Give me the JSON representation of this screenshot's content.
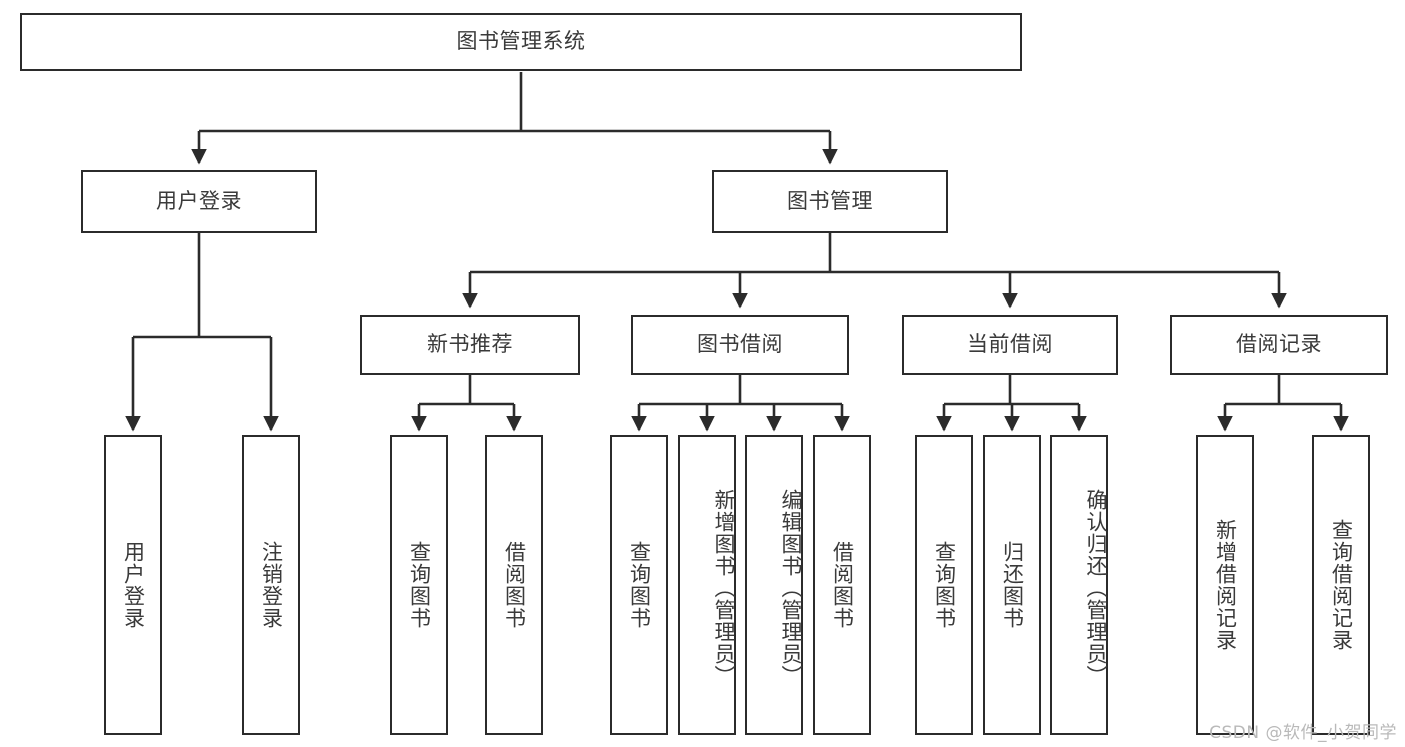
{
  "diagram": {
    "type": "tree-hierarchy-chart",
    "title": "图书管理系统",
    "root": {
      "label": "图书管理系统"
    },
    "level2": [
      {
        "label": "用户登录"
      },
      {
        "label": "图书管理"
      }
    ],
    "level3": [
      {
        "label": "新书推荐"
      },
      {
        "label": "图书借阅"
      },
      {
        "label": "当前借阅"
      },
      {
        "label": "借阅记录"
      }
    ],
    "leaves": {
      "user_login": [
        {
          "label": "用户登录"
        },
        {
          "label": "注销登录"
        }
      ],
      "new_book_recommend": [
        {
          "label": "查询图书"
        },
        {
          "label": "借阅图书"
        }
      ],
      "book_borrow": [
        {
          "label": "查询图书"
        },
        {
          "label": "新增图书（管理员）"
        },
        {
          "label": "编辑图书（管理员）"
        },
        {
          "label": "借阅图书"
        }
      ],
      "current_borrow": [
        {
          "label": "查询图书"
        },
        {
          "label": "归还图书"
        },
        {
          "label": "确认归还（管理员）"
        }
      ],
      "borrow_record": [
        {
          "label": "新增借阅记录"
        },
        {
          "label": "查询借阅记录"
        }
      ]
    }
  },
  "watermark": {
    "text": "CSDN @软件_小贺同学"
  },
  "colors": {
    "border": "#2b2b2b",
    "text": "#3a3a3a",
    "background": "#ffffff",
    "watermark": "#b9b9b9"
  }
}
